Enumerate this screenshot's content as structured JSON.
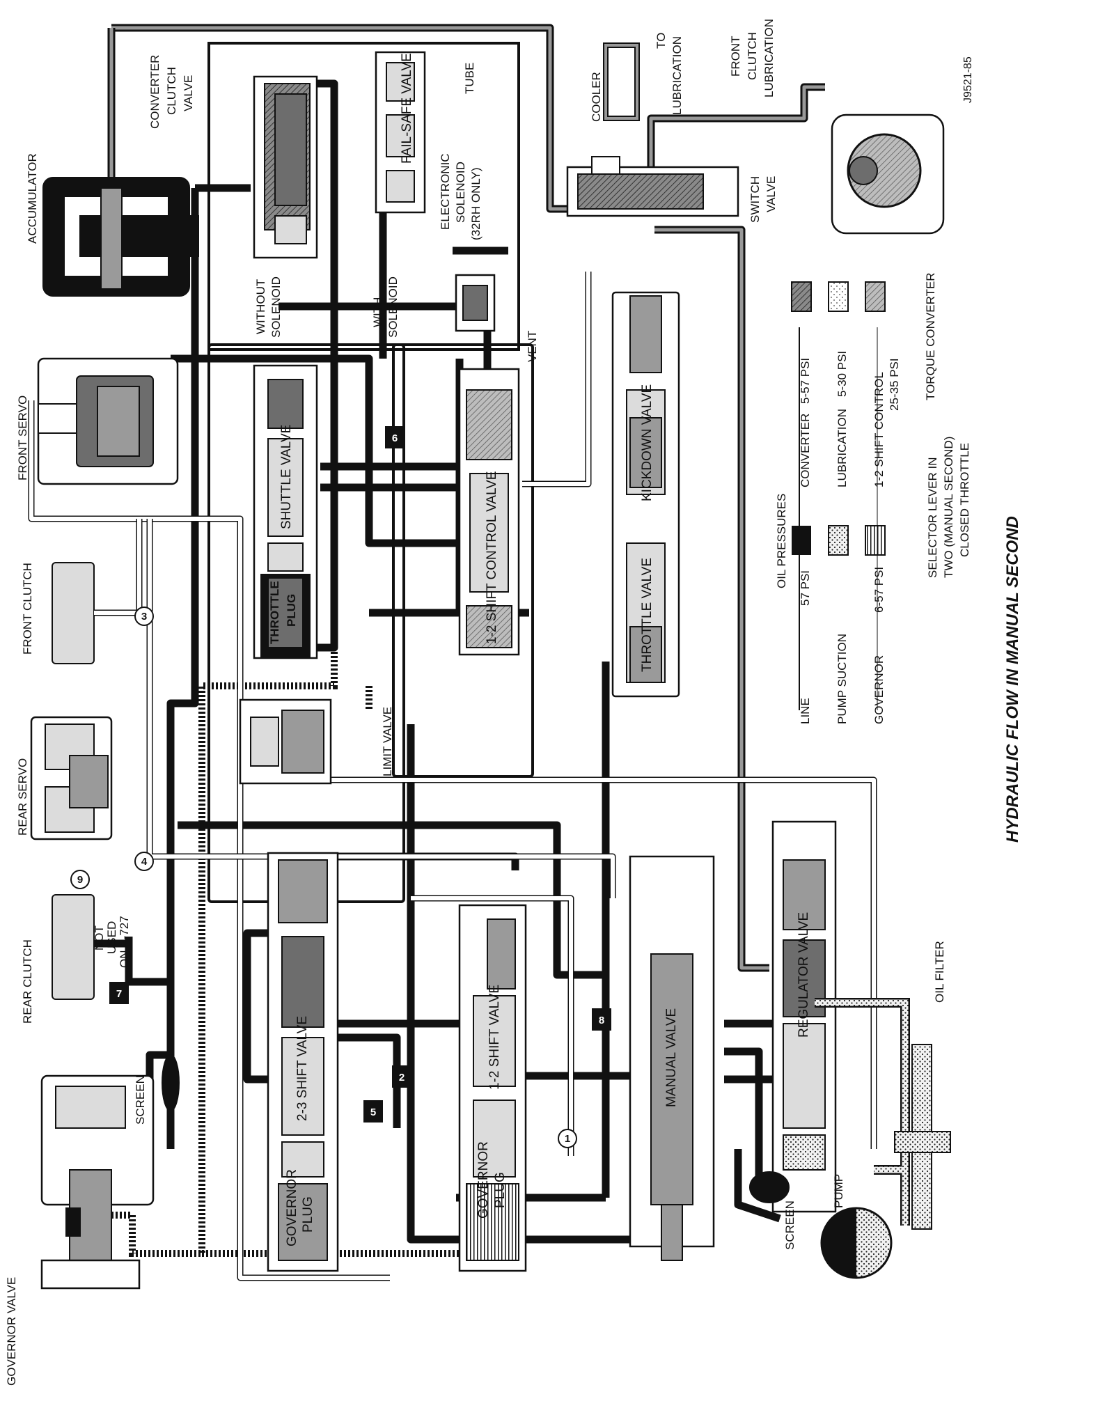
{
  "title": "HYDRAULIC FLOW IN MANUAL SECOND",
  "figure_code": "J9521-85",
  "selector_note": [
    "SELECTOR LEVER IN",
    "TWO (MANUAL SECOND)",
    "CLOSED THROTTLE"
  ],
  "legend": {
    "heading": "OIL PRESSURES",
    "items": [
      {
        "label": "LINE",
        "value": "57 PSI",
        "swatch": "solid-black"
      },
      {
        "label": "PUMP SUCTION",
        "value": "",
        "swatch": "stipple"
      },
      {
        "label": "GOVERNOR",
        "value": "6-57 PSI",
        "swatch": "black-hatched"
      },
      {
        "label": "CONVERTER",
        "value": "5-57 PSI",
        "swatch": "dark-hatched"
      },
      {
        "label": "LUBRICATION",
        "value": "5-30 PSI",
        "swatch": "light-stipple"
      },
      {
        "label": "1-2 SHIFT CONTROL",
        "value": "25-35 PSI",
        "swatch": "gray-hatched"
      }
    ]
  },
  "components": {
    "governor_valve": "GOVERNOR VALVE",
    "screen_left": "SCREEN",
    "screen_pump": "SCREEN",
    "rear_clutch": "REAR CLUTCH",
    "not_used": [
      "NOT",
      "USED",
      "ON A-727"
    ],
    "rear_servo": "REAR SERVO",
    "front_clutch": "FRONT CLUTCH",
    "front_servo": "FRONT SERVO",
    "accumulator": "ACCUMULATOR",
    "converter_clutch_valve": [
      "CONVERTER",
      "CLUTCH",
      "VALVE"
    ],
    "without_solenoid": [
      "WITHOUT",
      "SOLENOID"
    ],
    "with_solenoid": [
      "WITH",
      "SOLENOID"
    ],
    "fail_safe_valve": "FAIL-SAFE VALVE",
    "tube": "TUBE",
    "electronic_solenoid": [
      "ELECTRONIC",
      "SOLENOID",
      "(32RH ONLY)"
    ],
    "cooler": "COOLER",
    "to_lubrication": [
      "TO",
      "LUBRICATION"
    ],
    "front_clutch_lubrication": [
      "FRONT",
      "CLUTCH",
      "LUBRICATION"
    ],
    "switch_valve": [
      "SWITCH",
      "VALVE"
    ],
    "torque_converter": "TORQUE CONVERTER",
    "shuttle_valve": "SHUTTLE VALVE",
    "throttle_plug": [
      "THROTTLE",
      "PLUG"
    ],
    "shift_control_valve": "1-2 SHIFT CONTROL VALVE",
    "vent": "VENT",
    "kickdown_valve": "KICKDOWN VALVE",
    "throttle_valve": "THROTTLE VALVE",
    "limit_valve": "LIMIT VALVE",
    "shift_23_valve": "2-3 SHIFT VALVE",
    "governor_plug_left": [
      "GOVERNOR",
      "PLUG"
    ],
    "shift_12_valve": "1-2 SHIFT VALVE",
    "governor_plug_right": [
      "GOVERNOR",
      "PLUG"
    ],
    "manual_valve": "MANUAL VALVE",
    "regulator_valve": "REGULATOR VALVE",
    "pump": "PUMP",
    "oil_filter": "OIL FILTER"
  },
  "passage_numbers": [
    "1",
    "2",
    "3",
    "4",
    "5",
    "6",
    "7",
    "8",
    "9"
  ]
}
